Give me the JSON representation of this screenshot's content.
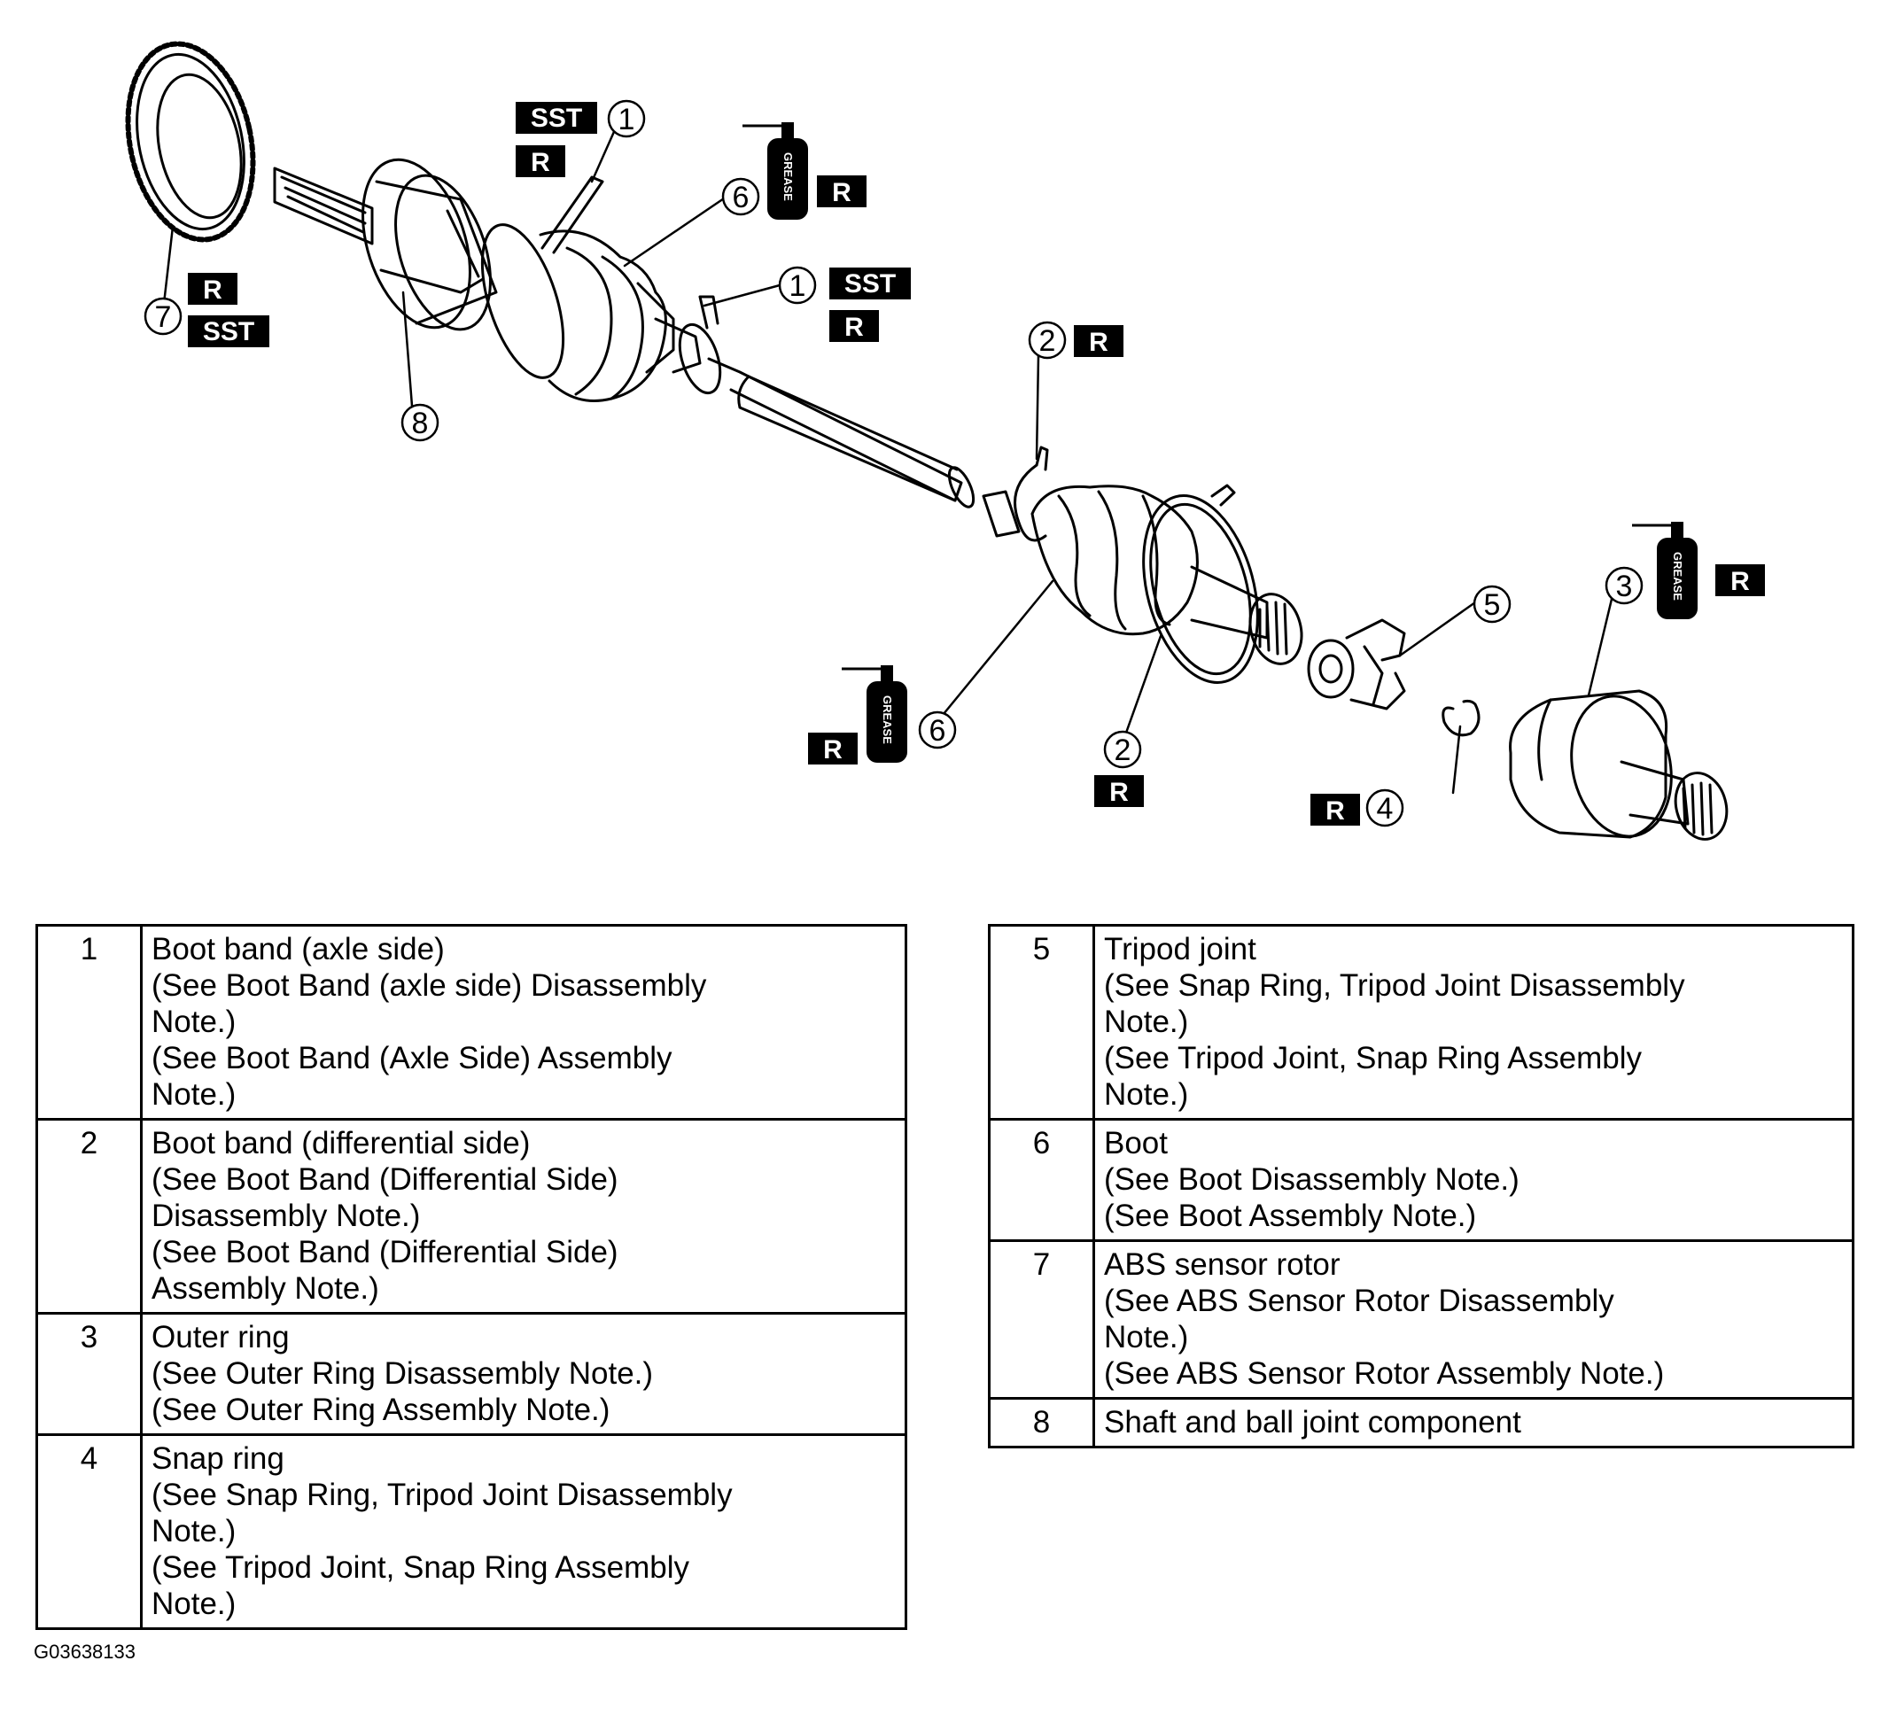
{
  "figure_code": "G03638133",
  "badges": {
    "replace": "R",
    "special_tool": "SST",
    "grease": "GREASE"
  },
  "callouts": [
    "1",
    "2",
    "3",
    "4",
    "5",
    "6",
    "7",
    "8"
  ],
  "parts": [
    {
      "num": "1",
      "desc": "Boot band (axle side)\n(See Boot Band (axle side) Disassembly\nNote.)\n(See  Boot Band (Axle Side) Assembly\nNote.)"
    },
    {
      "num": "2",
      "desc": "Boot band (differential side)\n(See  Boot Band (Differential Side)\nDisassembly Note.)\n(See Boot Band (Differential Side)\nAssembly Note.)"
    },
    {
      "num": "3",
      "desc": "Outer ring\n(See Outer Ring Disassembly Note.)\n(See Outer Ring Assembly Note.)"
    },
    {
      "num": "4",
      "desc": "Snap ring\n(See Snap Ring, Tripod Joint Disassembly\nNote.)\n(See Tripod Joint, Snap Ring Assembly\nNote.)"
    },
    {
      "num": "5",
      "desc": "Tripod joint\n(See Snap Ring, Tripod Joint Disassembly\nNote.)\n(See Tripod Joint, Snap Ring Assembly\nNote.)"
    },
    {
      "num": "6",
      "desc": "Boot\n(See  Boot Disassembly Note.)\n(See  Boot Assembly Note.)"
    },
    {
      "num": "7",
      "desc": "ABS sensor rotor\n(See ABS Sensor Rotor Disassembly\nNote.)\n(See ABS Sensor Rotor Assembly Note.)"
    },
    {
      "num": "8",
      "desc": "Shaft and ball joint component"
    }
  ]
}
